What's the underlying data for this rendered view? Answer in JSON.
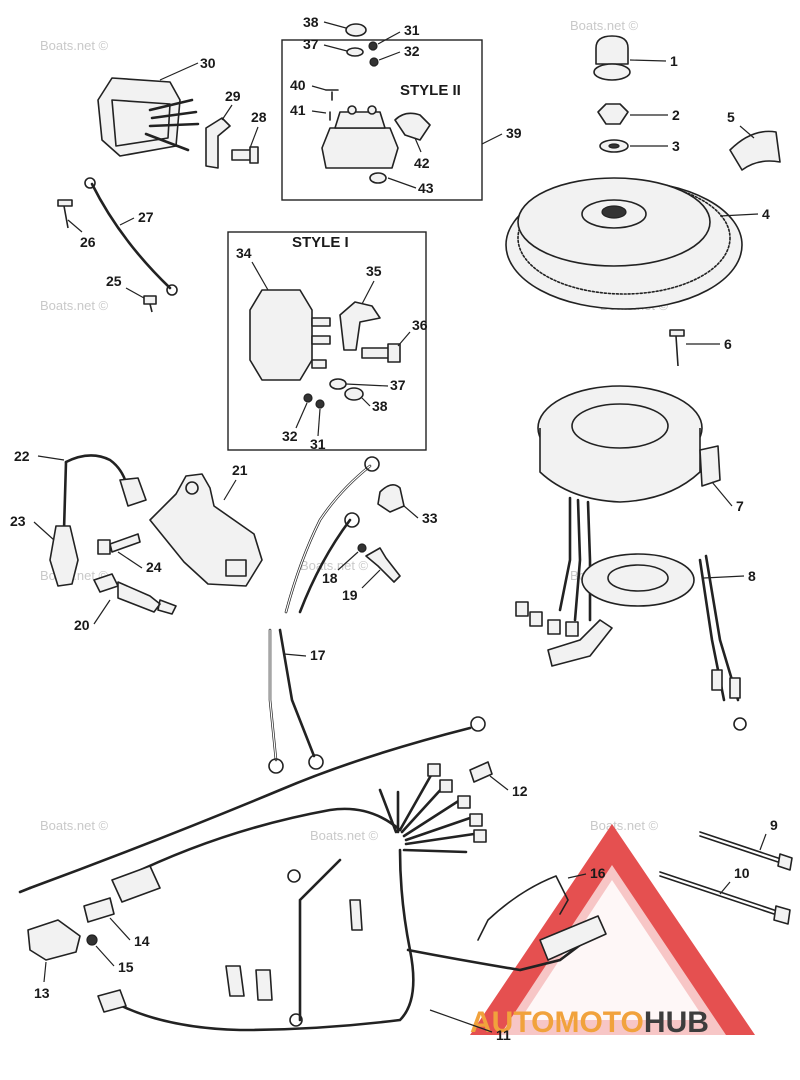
{
  "watermark": "Boats.net ©",
  "style_labels": {
    "style_two": "STYLE II",
    "style_one": "STYLE I"
  },
  "brand": {
    "part_a": "AUTOMOTO",
    "part_b": "HUB"
  },
  "callouts": {
    "n1": "1",
    "n2": "2",
    "n3": "3",
    "n4": "4",
    "n5": "5",
    "n6": "6",
    "n7": "7",
    "n8": "8",
    "n9": "9",
    "n10": "10",
    "n11": "11",
    "n12": "12",
    "n13": "13",
    "n14": "14",
    "n15": "15",
    "n16": "16",
    "n17": "17",
    "n18": "18",
    "n19": "19",
    "n20": "20",
    "n21": "21",
    "n22": "22",
    "n23": "23",
    "n24": "24",
    "n25": "25",
    "n26": "26",
    "n27": "27",
    "n28": "28",
    "n29": "29",
    "n30": "30",
    "n31a": "31",
    "n31b": "31",
    "n32a": "32",
    "n32b": "32",
    "n33": "33",
    "n34": "34",
    "n35": "35",
    "n36": "36",
    "n37a": "37",
    "n37b": "37",
    "n38a": "38",
    "n38b": "38",
    "n39": "39",
    "n40": "40",
    "n41": "41",
    "n42": "42",
    "n43": "43"
  },
  "colors": {
    "line": "#222222",
    "watermark": "#c9c9c9",
    "logo_red": "#e23b3b",
    "logo_pink": "#f4b3b3",
    "brand_orange": "#f1a23c",
    "brand_gray": "#3d3d3d"
  }
}
